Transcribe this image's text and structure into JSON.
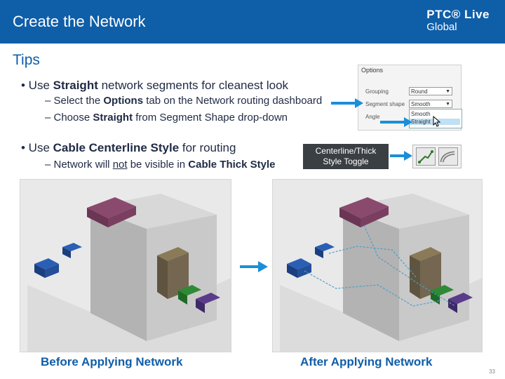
{
  "header": {
    "title": "Create the Network"
  },
  "logo": {
    "main": "PTC® Live",
    "sub": "Global"
  },
  "tips_heading": "Tips",
  "bullet1": {
    "prefix": "• Use ",
    "bold": "Straight",
    "suffix": " network segments for cleanest look"
  },
  "sub1": {
    "prefix": "– Select the ",
    "bold": "Options",
    "suffix": " tab on the Network routing dashboard"
  },
  "sub2": {
    "prefix": "– Choose ",
    "bold": "Straight",
    "suffix": " from Segment Shape drop-down"
  },
  "bullet2": {
    "prefix": "• Use ",
    "bold": "Cable Centerline Style",
    "suffix": " for routing"
  },
  "sub3": {
    "prefix": "– Network will ",
    "under": "not",
    "mid": " be visible in ",
    "bold": "Cable Thick Style"
  },
  "options_panel": {
    "title": "Options",
    "rows": [
      {
        "label": "Grouping",
        "value": "Round"
      },
      {
        "label": "Segment shape",
        "value": "Smooth"
      },
      {
        "label": "Angle",
        "value": ""
      }
    ],
    "dropdown": [
      "Smooth",
      "Straight"
    ]
  },
  "callout": {
    "line1": "Centerline/Thick",
    "line2": "Style Toggle"
  },
  "captions": {
    "before": "Before Applying Network",
    "after": "After Applying Network"
  },
  "page_number": "33"
}
